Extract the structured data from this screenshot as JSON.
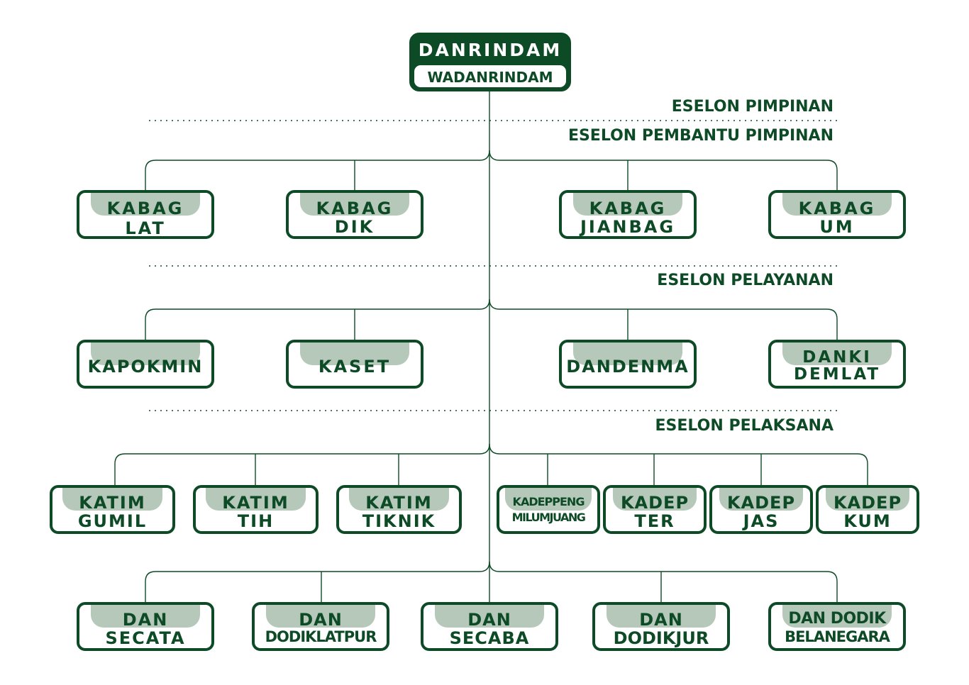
{
  "colors": {
    "primary": "#0d4a26",
    "highlight": "#b5c8ba",
    "background": "#ffffff"
  },
  "top": {
    "title": "DANRINDAM",
    "deputy": "WADANRINDAM"
  },
  "echelons": {
    "pimpinan": "ESELON  PIMPINAN",
    "pembantu_pimpinan": "ESELON PEMBANTU PIMPINAN",
    "pelayanan": "ESELON PELAYANAN",
    "pelaksana": "ESELON PELAKSANA"
  },
  "pembantu_pimpinan_units": [
    {
      "line1": "KABAG",
      "line2": "LAT"
    },
    {
      "line1": "KABAG",
      "line2": "DIK"
    },
    {
      "line1": "KABAG",
      "line2": "JIANBAG"
    },
    {
      "line1": "KABAG",
      "line2": "UM"
    }
  ],
  "pelayanan_units": [
    {
      "line1": "KAPOKMIN",
      "line2": ""
    },
    {
      "line1": "KASET",
      "line2": ""
    },
    {
      "line1": "DANDENMA",
      "line2": ""
    },
    {
      "line1": "DANKI",
      "line2": "DEMLAT"
    }
  ],
  "pelaksana_units_row1": [
    {
      "line1": "KATIM",
      "line2": "GUMIL"
    },
    {
      "line1": "KATIM",
      "line2": "TIH"
    },
    {
      "line1": "KATIM",
      "line2": "TIKNIK"
    },
    {
      "line1": "KADEPPENG",
      "line2": "MILUMJUANG"
    },
    {
      "line1": "KADEP",
      "line2": "TER"
    },
    {
      "line1": "KADEP",
      "line2": "JAS"
    },
    {
      "line1": "KADEP",
      "line2": "KUM"
    }
  ],
  "pelaksana_units_row2": [
    {
      "line1": "DAN",
      "line2": "SECATA"
    },
    {
      "line1": "DAN",
      "line2": "DODIKLATPUR"
    },
    {
      "line1": "DAN",
      "line2": "SECABA"
    },
    {
      "line1": "DAN",
      "line2": "DODIKJUR"
    },
    {
      "line1": "DAN DODIK",
      "line2": "BELANEGARA"
    }
  ]
}
